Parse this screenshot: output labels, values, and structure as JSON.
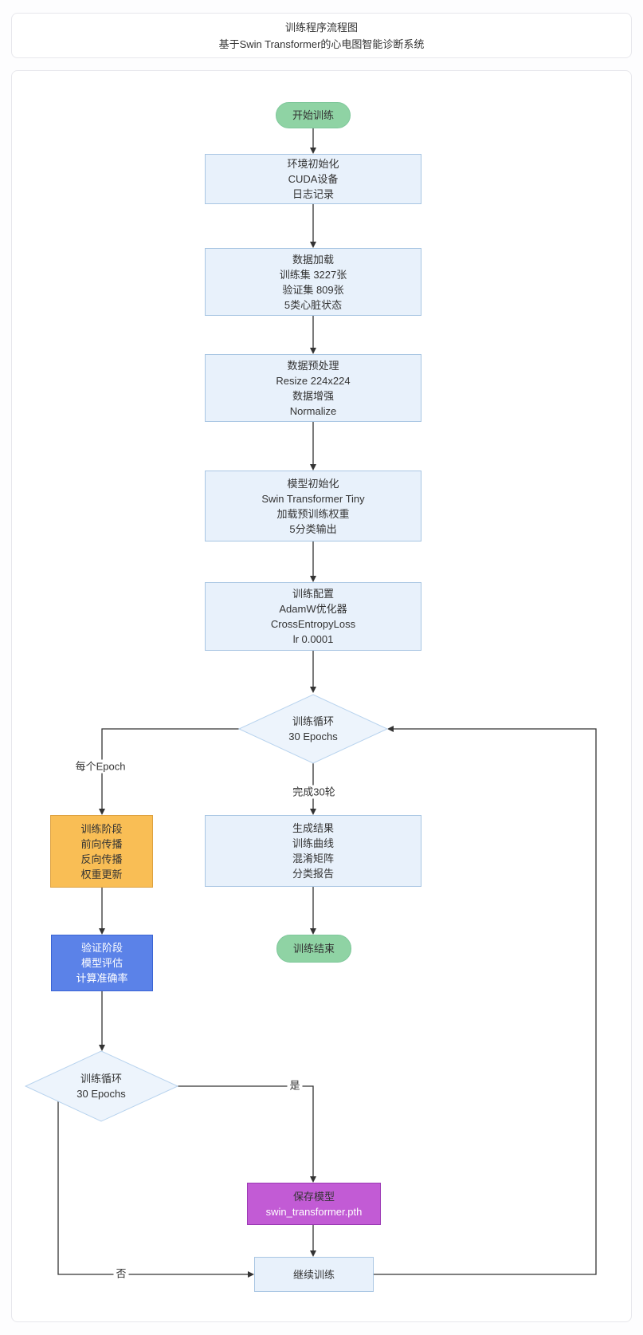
{
  "header": {
    "line1": "训练程序流程图",
    "line2": "基于Swin Transformer的心电图智能诊断系统"
  },
  "colors": {
    "edge": "#333333",
    "card_bg": "#ffffff",
    "card_border": "#e7e7ec",
    "node_fill": "#e8f1fb",
    "node_border": "#a9c6e3",
    "diamond_fill": "#edf4fc",
    "diamond_border": "#b8d3ee",
    "pill_fill": "#8fd3a4",
    "pill_border": "#7ec79a",
    "train_fill": "#f9be55",
    "train_border": "#dda13f",
    "valid_fill": "#5b82e8",
    "valid_border": "#3a64d4",
    "save_fill": "#c25bd5",
    "save_border": "#9c3ab5",
    "text_dark": "#333333",
    "text_light": "#ffffff"
  },
  "nodes": {
    "start": {
      "label": "开始训练"
    },
    "env": {
      "lines": [
        "环境初始化",
        "CUDA设备",
        "日志记录"
      ]
    },
    "load": {
      "lines": [
        "数据加载",
        "训练集 3227张",
        "验证集 809张",
        "5类心脏状态"
      ]
    },
    "preprocess": {
      "lines": [
        "数据预处理",
        "Resize 224x224",
        "数据增强",
        "Normalize"
      ]
    },
    "model": {
      "lines": [
        "模型初始化",
        "Swin Transformer Tiny",
        "加载预训练权重",
        "5分类输出"
      ]
    },
    "config": {
      "lines": [
        "训练配置",
        "AdamW优化器",
        "CrossEntropyLoss",
        "lr 0.0001"
      ]
    },
    "loop_top": {
      "lines": [
        "训练循环",
        "30 Epochs"
      ]
    },
    "train_phase": {
      "lines": [
        "训练阶段",
        "前向传播",
        "反向传播",
        "权重更新"
      ]
    },
    "valid_phase": {
      "lines": [
        "验证阶段",
        "模型评估",
        "计算准确率"
      ]
    },
    "results": {
      "lines": [
        "生成结果",
        "训练曲线",
        "混淆矩阵",
        "分类报告"
      ]
    },
    "end": {
      "label": "训练结束"
    },
    "loop_bottom": {
      "lines": [
        "训练循环",
        "30 Epochs"
      ]
    },
    "save": {
      "lines": [
        "保存模型",
        "swin_transformer.pth"
      ]
    },
    "continue": {
      "label": "继续训练"
    }
  },
  "edge_labels": {
    "per_epoch": "每个Epoch",
    "completed": "完成30轮",
    "yes": "是",
    "no": "否"
  }
}
